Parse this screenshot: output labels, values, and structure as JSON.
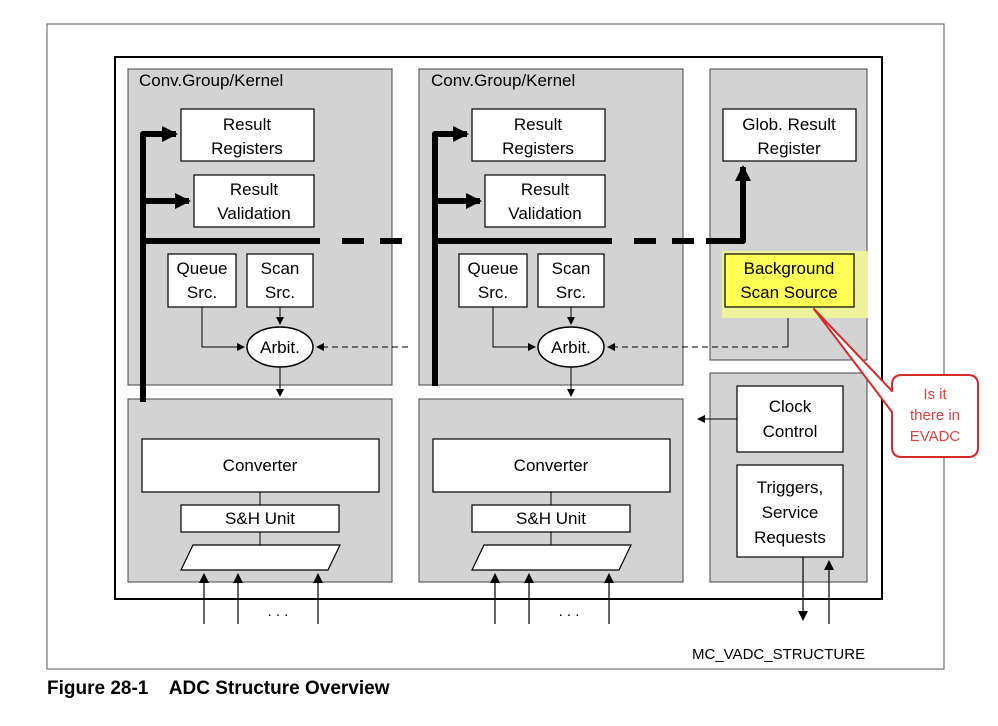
{
  "diagram": {
    "group_left": {
      "title": "Conv.Group/Kernel"
    },
    "group_mid": {
      "title": "Conv.Group/Kernel"
    },
    "result_registers": [
      "Result",
      "Registers"
    ],
    "result_validation": [
      "Result",
      "Validation"
    ],
    "queue_src": [
      "Queue",
      "Src."
    ],
    "scan_src": [
      "Scan",
      "Src."
    ],
    "arbiter": "Arbit.",
    "converter": "Converter",
    "sh_unit": "S&H Unit",
    "ellipsis": ". . .",
    "glob_result_register": [
      "Glob. Result",
      "Register"
    ],
    "background_scan_source": [
      "Background",
      "Scan Source"
    ],
    "clock_control": [
      "Clock",
      "Control"
    ],
    "triggers_service_requests": [
      "Triggers,",
      "Service",
      "Requests"
    ],
    "callout": [
      "Is it",
      "there in",
      "EVADC"
    ],
    "structure_label": "MC_VADC_STRUCTURE"
  },
  "caption": {
    "number": "Figure 28-1",
    "title": "ADC Structure Overview"
  },
  "colors": {
    "group_fill": "#d3d3d3",
    "highlight": "#ffff55",
    "callout_border": "#d42a2a",
    "callout_text": "#e04040"
  }
}
